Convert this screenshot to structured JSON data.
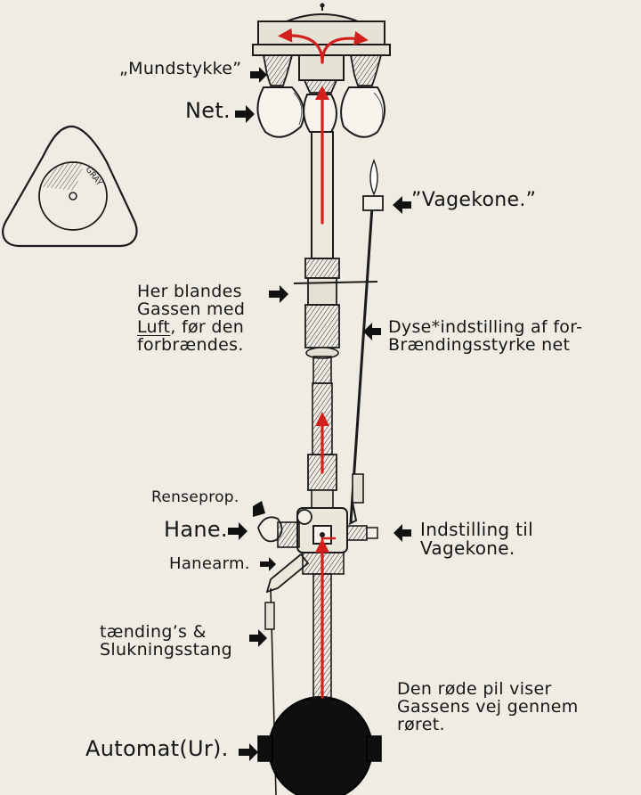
{
  "labels": {
    "mundstykke": "„Mundstykke”",
    "net": "Net.",
    "vagekone": "”Vagekone.”",
    "blandes_1": "Her blandes",
    "blandes_2": "Gassen med",
    "blandes_3a": "Luft",
    "blandes_3b": ", før den",
    "blandes_4": "forbrændes.",
    "dyse_1": "Dyse*indstilling af for-",
    "dyse_2": "Brændingsstyrke net",
    "renseprop": "Renseprop.",
    "hane": "Hane.",
    "hanearm": "Hanearm.",
    "indstilling_1": "Indstilling til",
    "indstilling_2": "Vagekone.",
    "taendings_1": "tænding’s &",
    "taendings_2": "Slukningsstang",
    "automat": "Automat(Ur).",
    "note_1": "Den røde pil viser",
    "note_2": "Gassens vej gennem",
    "note_3": "røret.",
    "stamp": "GRAY"
  },
  "colors": {
    "paper": "#efede3",
    "ink": "#161616",
    "gas_arrow": "#d2201c"
  }
}
